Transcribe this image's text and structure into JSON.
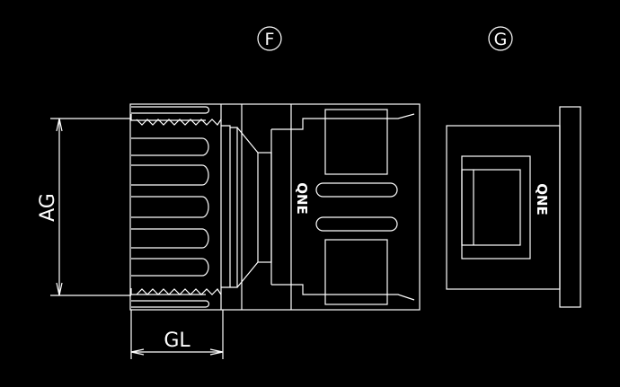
{
  "labels": {
    "view_f": "F",
    "view_g": "G"
  },
  "dimensions": {
    "ag": "AG",
    "gl": "GL"
  },
  "brand": {
    "side_view": "QNE",
    "end_view": "QNE"
  },
  "colors": {
    "background": "#000000",
    "line": "#ffffff"
  }
}
